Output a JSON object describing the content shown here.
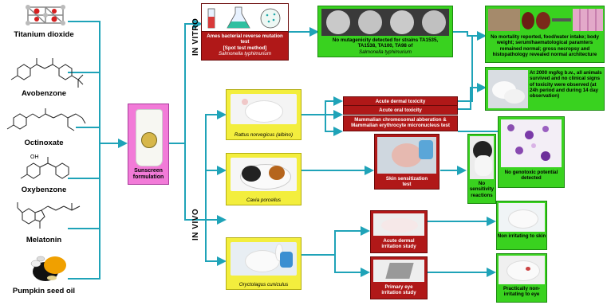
{
  "ingredients": [
    {
      "label": "Titanium dioxide"
    },
    {
      "label": "Avobenzone"
    },
    {
      "label": "Octinoxate"
    },
    {
      "label": "Oxybenzone"
    },
    {
      "label": "Melatonin"
    },
    {
      "label": "Pumpkin seed oil"
    }
  ],
  "structure_atoms": {
    "oh": "OH"
  },
  "formulation": {
    "label": "Sunscreen formulation"
  },
  "branches": {
    "in_vitro": "IN VITRO",
    "in_vivo": "IN VIVO"
  },
  "in_vitro": {
    "test_title": "Ames bacterial reverse mutation test",
    "test_method": "[Spot test method]",
    "test_organism": "Salmonella typhimurium",
    "result_main": "No mutagenicity detected for strains TA1535, TA1538, TA100, TA98 of",
    "result_organism": "Salmonella typhimurium"
  },
  "animals": [
    {
      "label": "Rattus norvegicus (albino)"
    },
    {
      "label": "Cavia porcellus"
    },
    {
      "label": "Oryctolagus cuniculus"
    }
  ],
  "rat_tests": [
    {
      "label": "Acute dermal toxicity"
    },
    {
      "label": "Acute oral toxicity"
    },
    {
      "label": "Mammalian chromosomal abberation & Mammalian erythrocyte micronucleus test"
    }
  ],
  "rat_results": {
    "mortality": "No mortality reported, food/water intake; body weight; serum/haematological paramters remained normal; gross necropsy and histopathology revealed normal architecture",
    "oral": "At 2000 mg/kg b.w., all animals survived and no clinical signs of toxicity were observed (at 24h period and during 14 day observation)",
    "genotoxic": "No genotoxic potential detected"
  },
  "guinea_pig": {
    "test": "Skin sensitization test",
    "result": "No sensitivity reactions"
  },
  "rabbit": {
    "dermal_test": "Acute dermal irritation study",
    "dermal_result": "Non irritating to skin",
    "eye_test": "Primary eye irritation study",
    "eye_result": "Practically non-irritating to eye"
  },
  "colors": {
    "line": "#1fa3b8",
    "green": "#39d21f",
    "red": "#b01818",
    "pink": "#f27bd8",
    "yellow": "#f3ee3d"
  }
}
